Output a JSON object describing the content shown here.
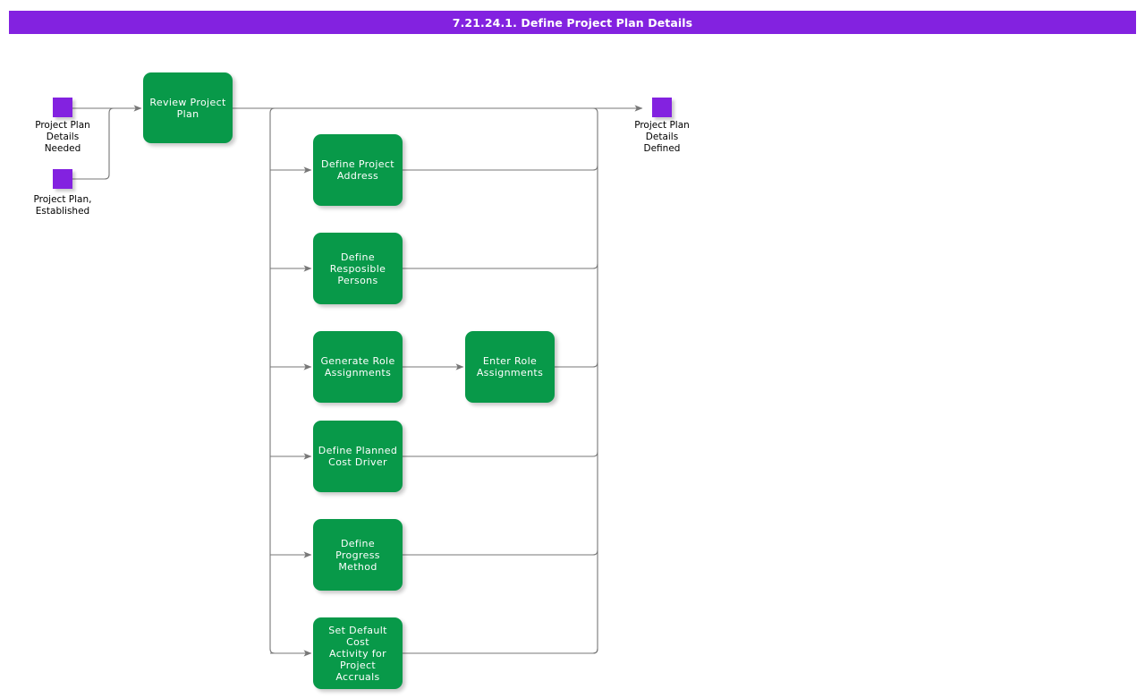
{
  "header": {
    "title": "7.21.24.1. Define Project Plan Details",
    "bar_color": "#8322E0",
    "text_color": "#FFFFFF"
  },
  "theme": {
    "task_color": "#089949",
    "event_color": "#8322E0",
    "line_color": "#666666",
    "background": "#FFFFFF"
  },
  "diagram": {
    "type": "flowchart",
    "start_events": [
      {
        "id": "ev-start-1",
        "label": "Project Plan\nDetails\nNeeded"
      },
      {
        "id": "ev-start-2",
        "label": "Project Plan,\nEstablished"
      }
    ],
    "end_events": [
      {
        "id": "ev-end-1",
        "label": "Project Plan\nDetails\nDefined"
      }
    ],
    "tasks": [
      {
        "id": "task-review-project-plan",
        "label": "Review Project\nPlan"
      },
      {
        "id": "task-define-project-address",
        "label": "Define Project\nAddress"
      },
      {
        "id": "task-define-resposible-persons",
        "label": "Define\nResposible\nPersons"
      },
      {
        "id": "task-generate-role-assignments",
        "label": "Generate Role\nAssignments"
      },
      {
        "id": "task-enter-role-assignments",
        "label": "Enter Role\nAssignments"
      },
      {
        "id": "task-define-planned-cost-driver",
        "label": "Define Planned\nCost Driver"
      },
      {
        "id": "task-define-progress-method",
        "label": "Define Progress\nMethod"
      },
      {
        "id": "task-set-default-cost-activity",
        "label": "Set Default Cost\nActivity for\nProject Accruals"
      }
    ]
  }
}
